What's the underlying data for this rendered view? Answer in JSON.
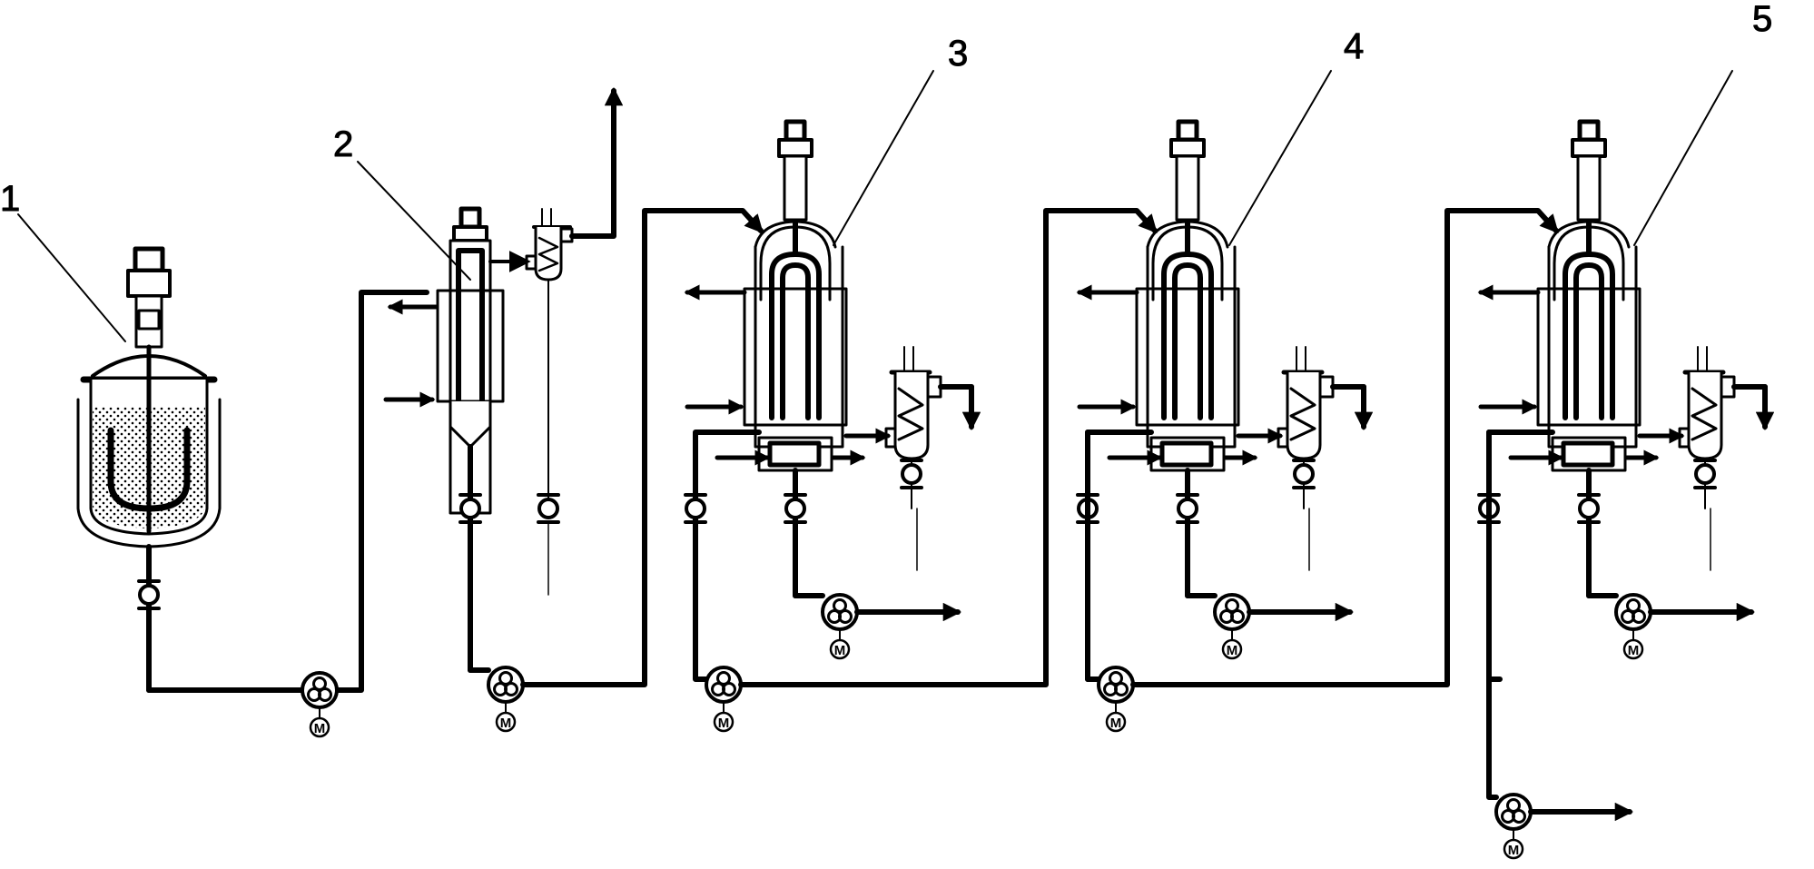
{
  "labels": {
    "l1": "1",
    "l2": "2",
    "l3": "3",
    "l4": "4",
    "l5": "5"
  },
  "pump_motor_label": "M",
  "colors": {
    "line": "#000000",
    "background": "#ffffff",
    "fill": "#ffffff"
  }
}
